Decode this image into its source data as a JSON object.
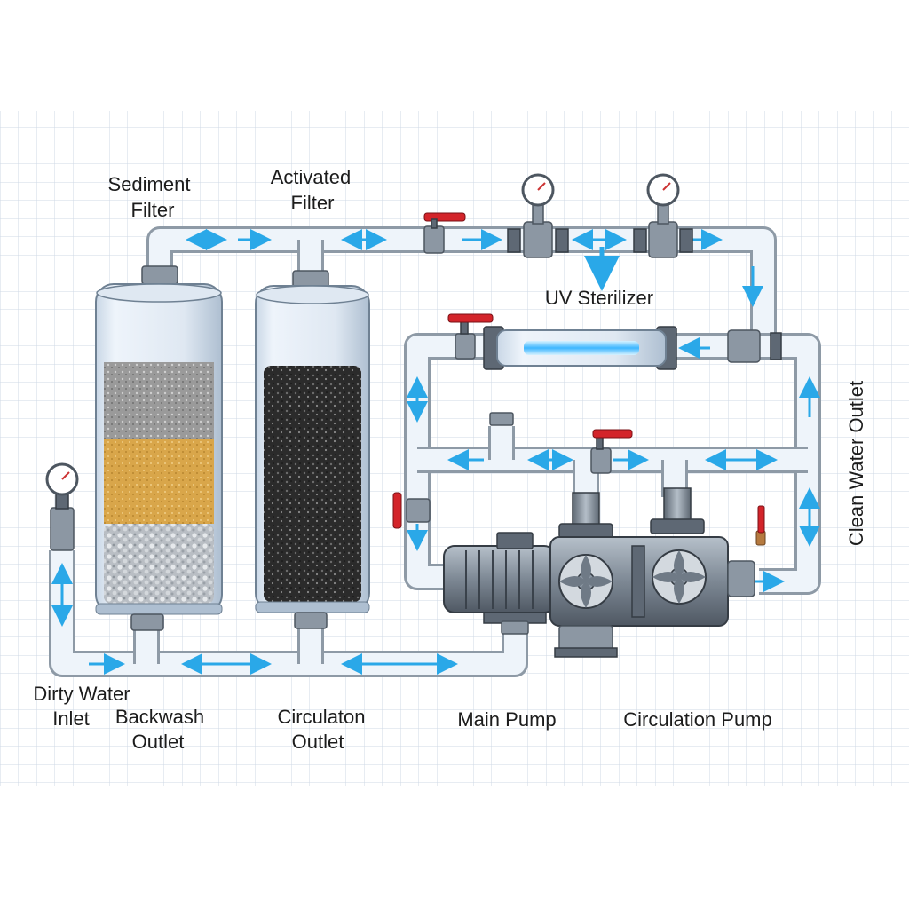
{
  "diagram": {
    "title": "Water filtration system",
    "labels": {
      "sediment_filter": [
        "Sediment",
        "Filter"
      ],
      "activated_filter": [
        "Activated",
        "Filter"
      ],
      "uv_sterilizer": "UV Sterilizer",
      "clean_water_outlet": "Clean Water Outlet",
      "dirty_water_inlet": [
        "Dirty Water",
        "Inlet"
      ],
      "backwash_outlet": [
        "Backwash",
        "Outlet"
      ],
      "circulation_outlet": [
        "Circulaton",
        "Outlet"
      ],
      "main_pump": "Main Pump",
      "circulation_pump": "Circulation Pump"
    },
    "colors": {
      "flow_arrow": "#2aa8e8",
      "valve_handle": "#d3242a",
      "sand_layer": "#d9a64a",
      "carbon_media": "#2b2b2b",
      "gravel_layer": "#bfc3c8",
      "grid": "#cfd8e6",
      "uv_lamp": "#3db6ff"
    },
    "icons": [
      "pressure-gauge-icon",
      "valve-handle-icon",
      "flow-arrow-icon",
      "motor-icon",
      "impeller-icon"
    ]
  }
}
